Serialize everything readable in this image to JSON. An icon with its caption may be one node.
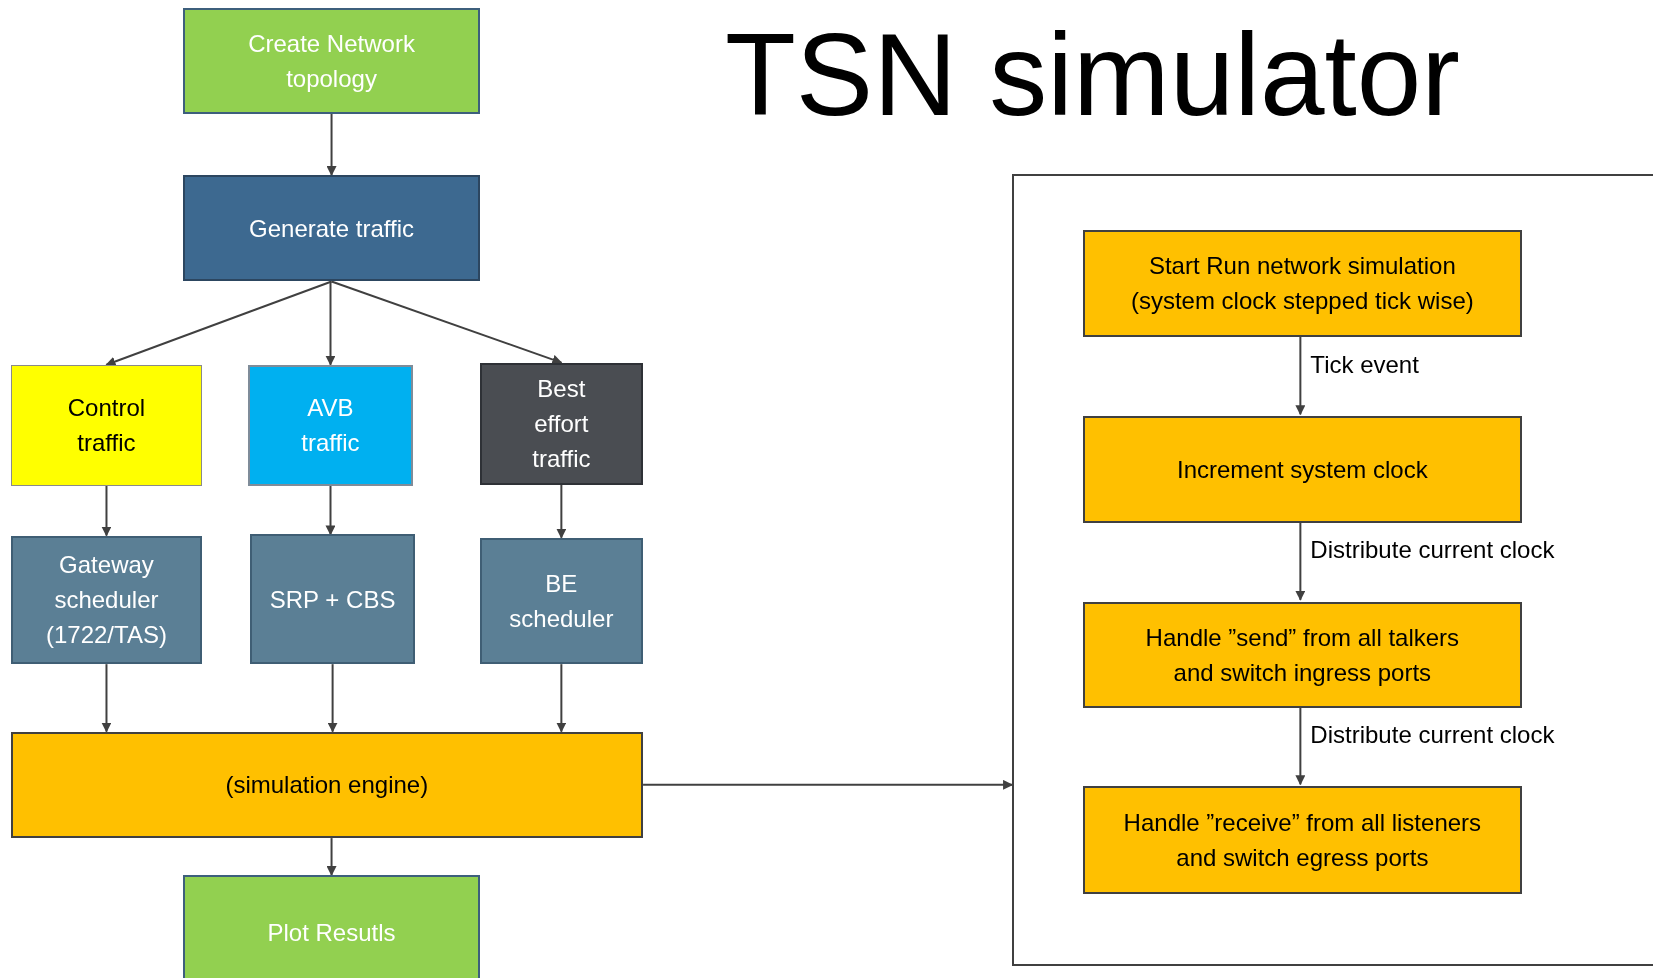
{
  "diagram": {
    "title": "TSN simulator",
    "nodes": [
      {
        "text": [
          "Create Network topology"
        ]
      },
      {
        "text": [
          "Generate traffic"
        ]
      },
      {
        "text": [
          "Control traffic"
        ]
      },
      {
        "text": [
          "AVB traffic"
        ]
      },
      {
        "text": [
          "Best effort traffic"
        ]
      },
      {
        "text": [
          "Gateway scheduler (1722/TAS)"
        ]
      },
      {
        "text": [
          "SRP + CBS"
        ]
      },
      {
        "text": [
          "BE scheduler"
        ]
      },
      {
        "text": [
          "(simulation engine)"
        ]
      },
      {
        "text": [
          "Plot Resutls"
        ]
      },
      {
        "text": [],
        "shape": "box"
      },
      {
        "text": [
          "Start Run network simulation (system clock stepped tick wise)"
        ],
        "in": 10
      },
      {
        "text": [
          "Increment system clock"
        ],
        "in": 10
      },
      {
        "text": [
          "Handle ”send” from all talkers and switch ingress ports"
        ],
        "in": 10
      },
      {
        "text": [
          "Handle ”receive” from all listeners and switch egress ports"
        ],
        "in": 10
      }
    ],
    "edges": [
      {
        "from": 0,
        "to": 1,
        "arrow": "to"
      },
      {
        "from": 1,
        "to": 2,
        "arrow": "to"
      },
      {
        "from": 1,
        "to": 3,
        "arrow": "to"
      },
      {
        "from": 1,
        "to": 4,
        "arrow": "to"
      },
      {
        "from": 2,
        "to": 5,
        "arrow": "to"
      },
      {
        "from": 3,
        "to": 6,
        "arrow": "to"
      },
      {
        "from": 4,
        "to": 7,
        "arrow": "to"
      },
      {
        "from": 5,
        "to": 8,
        "arrow": "to"
      },
      {
        "from": 6,
        "to": 8,
        "arrow": "to"
      },
      {
        "from": 7,
        "to": 8,
        "arrow": "to"
      },
      {
        "from": 8,
        "to": 9,
        "arrow": "to"
      },
      {
        "from": 8,
        "to": 10,
        "arrow": "to"
      },
      {
        "from": 11,
        "to": 12,
        "arrow": "to",
        "label": "Tick event"
      },
      {
        "from": 12,
        "to": 13,
        "arrow": "to",
        "label": "Distribute current clock"
      },
      {
        "from": 13,
        "to": 14,
        "arrow": "to",
        "label": "Distribute current clock"
      }
    ]
  }
}
